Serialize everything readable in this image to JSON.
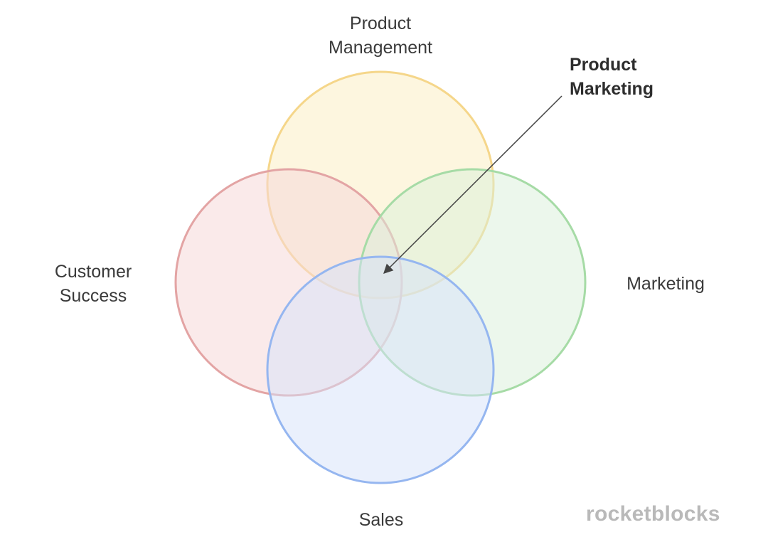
{
  "diagram": {
    "circles": {
      "product_management": {
        "label_lines": [
          "Product",
          "Management"
        ],
        "stroke": "#f5d68a",
        "fill": "#fcefc4"
      },
      "customer_success": {
        "label_lines": [
          "Customer",
          "Success"
        ],
        "stroke": "#e3a4a4",
        "fill": "#f5d9d9"
      },
      "marketing": {
        "label_lines": [
          "Marketing"
        ],
        "stroke": "#a6dba6",
        "fill": "#daf0da"
      },
      "sales": {
        "label_lines": [
          "Sales"
        ],
        "stroke": "#95b6f0",
        "fill": "#d5e2f9"
      }
    },
    "intersection_callout": {
      "label_lines": [
        "Product",
        "Marketing"
      ]
    }
  },
  "branding": {
    "logo_text": "rocketblocks"
  }
}
